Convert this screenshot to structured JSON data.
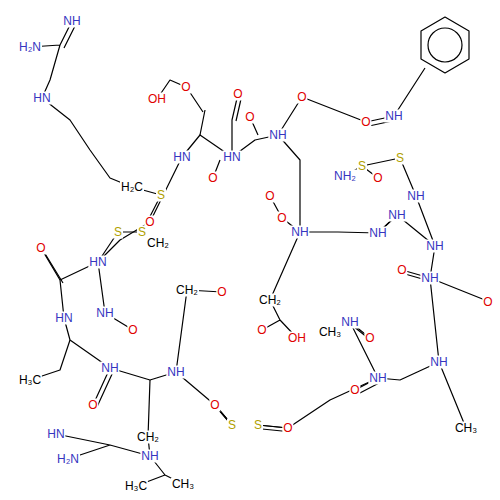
{
  "diagram": {
    "labels": [
      "NH",
      "H₂N",
      "HN",
      "OH",
      "O",
      "O",
      "O",
      "NH",
      "HN",
      "HN",
      "O",
      "H₂C",
      "S",
      "O",
      "S",
      "S",
      "CH₂",
      "O",
      "HN",
      "CH₂",
      "O",
      "NH",
      "HN",
      "O",
      "H₃C",
      "NH",
      "O",
      "NH",
      "CH₂",
      "NH",
      "HN",
      "H₂N",
      "CH₃",
      "H₃C",
      "O",
      "S",
      "S",
      "O",
      "OH",
      "O",
      "CH₃",
      "NH",
      "O",
      "NH",
      "O",
      "CH₃",
      "NH",
      "O",
      "NH",
      "O",
      "NH",
      "NH",
      "NH",
      "NH",
      "S",
      "S",
      "O",
      "NH₂",
      "NH",
      "O",
      "O",
      "CH₂",
      "NH",
      "O",
      "O"
    ]
  }
}
